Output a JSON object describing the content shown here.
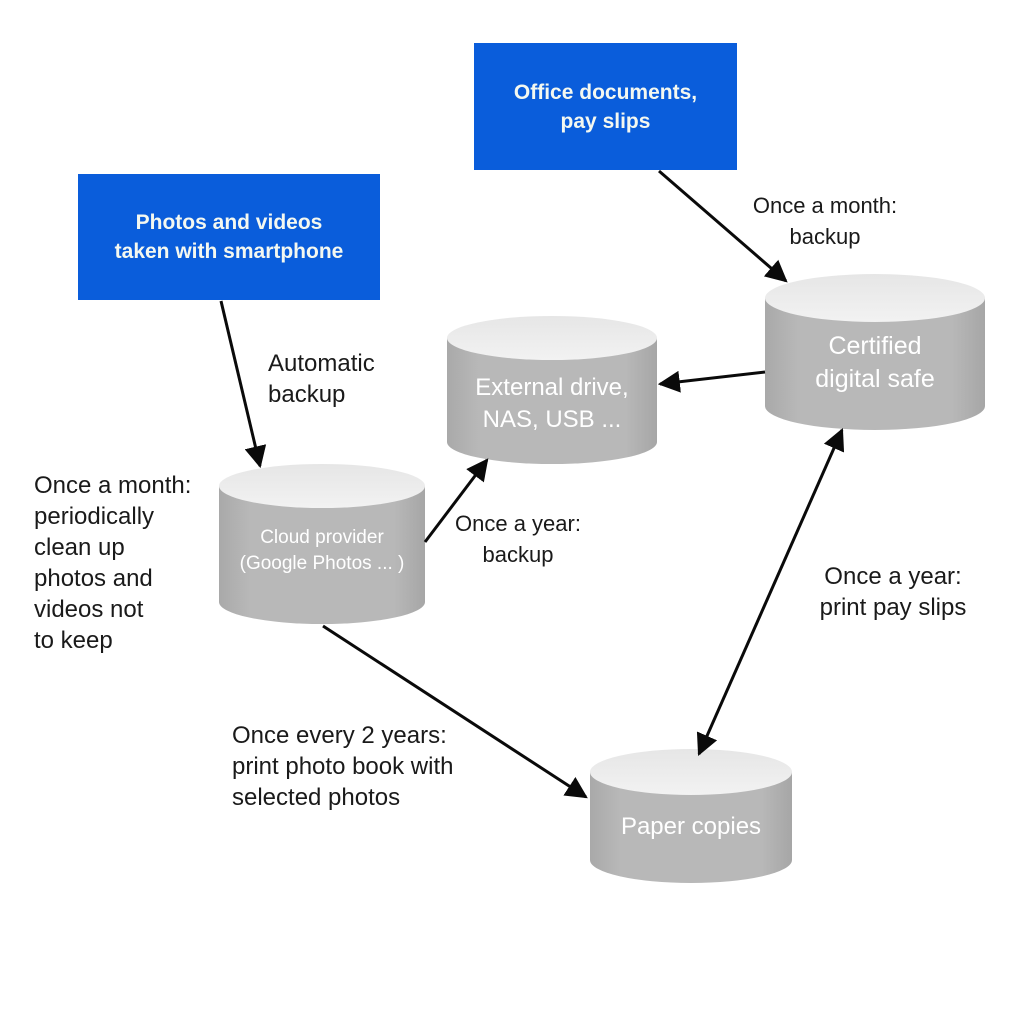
{
  "diagram": {
    "colors": {
      "source_fill": "#0a5ddb",
      "source_text": "#f4f8f0",
      "cylinder_body": "#b4b4b4",
      "cylinder_top": "#ececec",
      "arrow": "#0a0a0a",
      "label_text": "#1a1a1a"
    },
    "sources": [
      {
        "id": "office",
        "lines": [
          "Office documents,",
          "pay slips"
        ]
      },
      {
        "id": "smartphone",
        "lines": [
          "Photos and videos",
          "taken with smartphone"
        ]
      }
    ],
    "storages": [
      {
        "id": "cloud",
        "lines": [
          "Cloud provider",
          "(Google Photos ... )"
        ]
      },
      {
        "id": "external",
        "lines": [
          "External drive,",
          "NAS, USB ..."
        ]
      },
      {
        "id": "safe",
        "lines": [
          "Certified",
          "digital safe"
        ]
      },
      {
        "id": "paper",
        "lines": [
          "Paper copies"
        ]
      }
    ],
    "edges": [
      {
        "from": "smartphone",
        "to": "cloud",
        "direction": "forward",
        "label": [
          "Automatic",
          "backup"
        ]
      },
      {
        "from": "office",
        "to": "safe",
        "direction": "forward",
        "label": [
          "Once a month:",
          "backup"
        ]
      },
      {
        "from": "safe",
        "to": "external",
        "direction": "forward",
        "label": []
      },
      {
        "from": "cloud",
        "to": "external",
        "direction": "forward",
        "label": [
          "Once a year:",
          "backup"
        ]
      },
      {
        "from": "cloud",
        "to": "paper",
        "direction": "forward",
        "label": [
          "Once every 2 years:",
          "print photo book with",
          "selected photos"
        ]
      },
      {
        "from": "safe",
        "to": "paper",
        "direction": "both",
        "label": [
          "Once a year:",
          "print pay slips"
        ]
      }
    ],
    "notes": [
      {
        "id": "cleanup",
        "lines": [
          "Once a month:",
          "periodically",
          "clean up",
          "photos and",
          "videos not",
          "to keep"
        ]
      }
    ]
  }
}
